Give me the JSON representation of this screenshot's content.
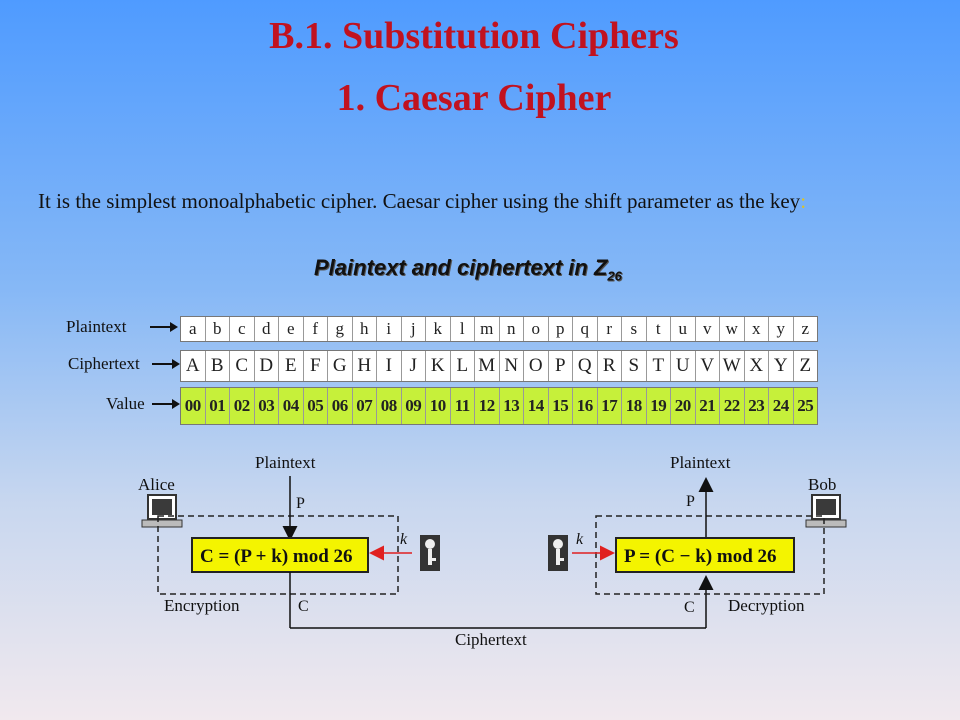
{
  "title": {
    "line1": "B.1. Substitution Ciphers",
    "line2": "1. Caesar Cipher"
  },
  "intro": {
    "text": "It is the simplest monoalphabetic cipher. Caesar cipher using the shift parameter as the key",
    "colon": ":"
  },
  "table": {
    "title": "Plaintext and ciphertext in Z",
    "title_sub": "26",
    "row_labels": {
      "plaintext": "Plaintext",
      "ciphertext": "Ciphertext",
      "value": "Value"
    },
    "plaintext": [
      "a",
      "b",
      "c",
      "d",
      "e",
      "f",
      "g",
      "h",
      "i",
      "j",
      "k",
      "l",
      "m",
      "n",
      "o",
      "p",
      "q",
      "r",
      "s",
      "t",
      "u",
      "v",
      "w",
      "x",
      "y",
      "z"
    ],
    "ciphertext": [
      "A",
      "B",
      "C",
      "D",
      "E",
      "F",
      "G",
      "H",
      "I",
      "J",
      "K",
      "L",
      "M",
      "N",
      "O",
      "P",
      "Q",
      "R",
      "S",
      "T",
      "U",
      "V",
      "W",
      "X",
      "Y",
      "Z"
    ],
    "values": [
      "00",
      "01",
      "02",
      "03",
      "04",
      "05",
      "06",
      "07",
      "08",
      "09",
      "10",
      "11",
      "12",
      "13",
      "14",
      "15",
      "16",
      "17",
      "18",
      "19",
      "20",
      "21",
      "22",
      "23",
      "24",
      "25"
    ]
  },
  "diagram": {
    "alice": "Alice",
    "bob": "Bob",
    "plaintext_left": "Plaintext",
    "plaintext_right": "Plaintext",
    "p_left": "P",
    "p_right": "P",
    "encrypt_formula": "C = (P + k) mod 26",
    "decrypt_formula": "P = (C − k) mod 26",
    "k_left": "k",
    "k_right": "k",
    "encryption": "Encryption",
    "decryption": "Decryption",
    "c_left": "C",
    "c_right": "C",
    "ciphertext": "Ciphertext",
    "formula_box_color": "#f4f400"
  }
}
